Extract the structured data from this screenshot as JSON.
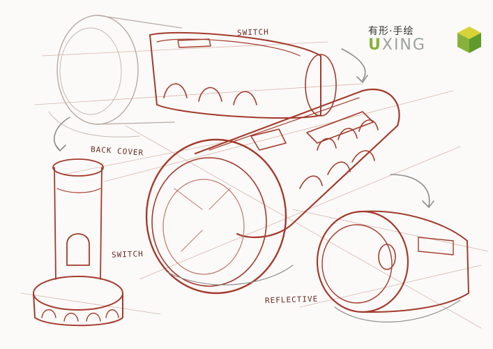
{
  "annotations": {
    "switch_top": "SWITCH",
    "back_cover": "BACK COVER",
    "switch_mid": "SWITCH",
    "reflective": "REFLECTIVE"
  },
  "logo": {
    "title": "有形·手绘",
    "brand_u": "U",
    "brand_rest": "XING"
  },
  "colors": {
    "ink_red": "#a33a2c",
    "ink_dark": "#6b2a22",
    "ink_light": "#c9968c",
    "logo_green": "#86b23a",
    "logo_yellow": "#d9d33a"
  }
}
